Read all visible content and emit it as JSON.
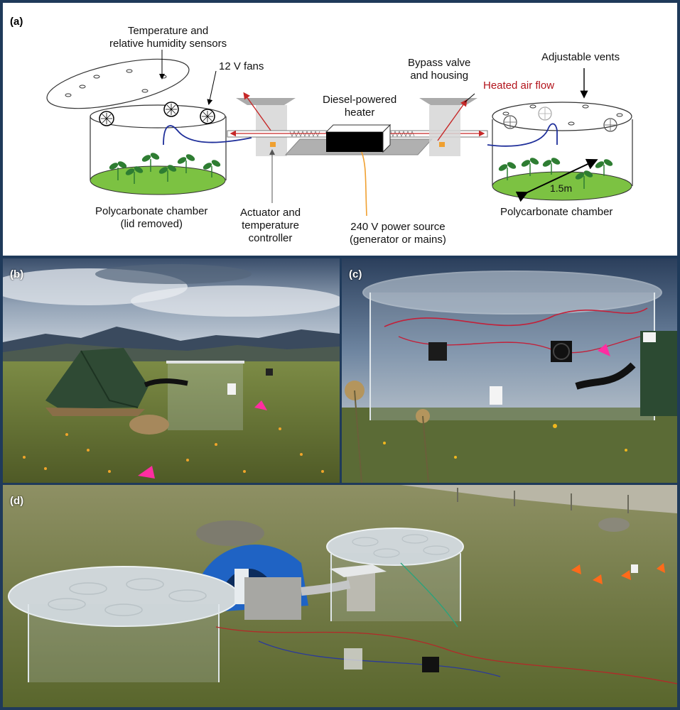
{
  "panel_a": {
    "label": "(a)",
    "labels": {
      "sensors_line1": "Temperature and",
      "sensors_line2": "relative humidity sensors",
      "fans": "12 V fans",
      "heater_line1": "Diesel-powered",
      "heater_line2": "heater",
      "bypass_line1": "Bypass valve",
      "bypass_line2": "and housing",
      "heated_air": "Heated air flow",
      "vents": "Adjustable vents",
      "chamber_left_line1": "Polycarbonate chamber",
      "chamber_left_line2": "(lid removed)",
      "actuator_line1": "Actuator and",
      "actuator_line2": "temperature",
      "actuator_line3": "controller",
      "power_line1": "240 V power source",
      "power_line2": "(generator or mains)",
      "chamber_right": "Polycarbonate chamber",
      "diameter": "1.5m"
    },
    "colors": {
      "plant_green": "#2e7d32",
      "ground_green": "#7cc242",
      "cable_blue": "#1f2f9a",
      "power_cable": "#f0a030",
      "air_arrow": "#c62828",
      "heater_body": "#000000",
      "actuator": "#f0a030"
    }
  },
  "panel_b": {
    "label": "(b)"
  },
  "panel_c": {
    "label": "(c)"
  },
  "panel_d": {
    "label": "(d)"
  }
}
